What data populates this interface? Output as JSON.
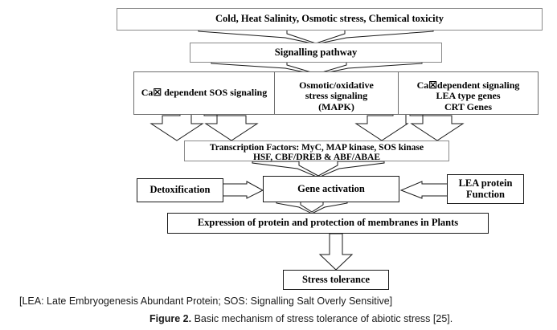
{
  "figure": {
    "boxes": {
      "stressors": "Cold, Heat Salinity, Osmotic stress, Chemical toxicity",
      "signalling_pathway": "Signalling pathway",
      "col1": "Ca☒ dependent SOS signaling",
      "col2_line1": "Osmotic/oxidative",
      "col2_line2": "stress signaling",
      "col2_line3": "(MAPK)",
      "col3_line1": "Ca☒dependent signaling",
      "col3_line2": "LEA type genes",
      "col3_line3": "CRT Genes",
      "transcription_factors_line1": "Transcription Factors: MyC, MAP kinase, SOS kinase",
      "transcription_factors_line2": "HSF, CBF/DREB & ABF/ABAE",
      "detoxification": "Detoxification",
      "gene_activation": "Gene activation",
      "lea_protein_line1": "LEA protein",
      "lea_protein_line2": "Function",
      "expression": "Expression of protein and protection of membranes in Plants",
      "stress_tolerance": "Stress tolerance"
    },
    "captions": {
      "legend": "[LEA: Late Embryogenesis Abundant Protein; SOS: Signalling Salt Overly Sensitive]",
      "figure_label": "Figure 2.",
      "figure_text": " Basic mechanism of stress tolerance of abiotic stress [25]."
    },
    "colors": {
      "background": "#ffffff",
      "text": "#000000",
      "box_border_grey": "#8a8a8a",
      "box_border_dark": "#1a1a1a",
      "arrow_stroke": "#1a1a1a",
      "arrow_fill": "#ffffff"
    }
  }
}
